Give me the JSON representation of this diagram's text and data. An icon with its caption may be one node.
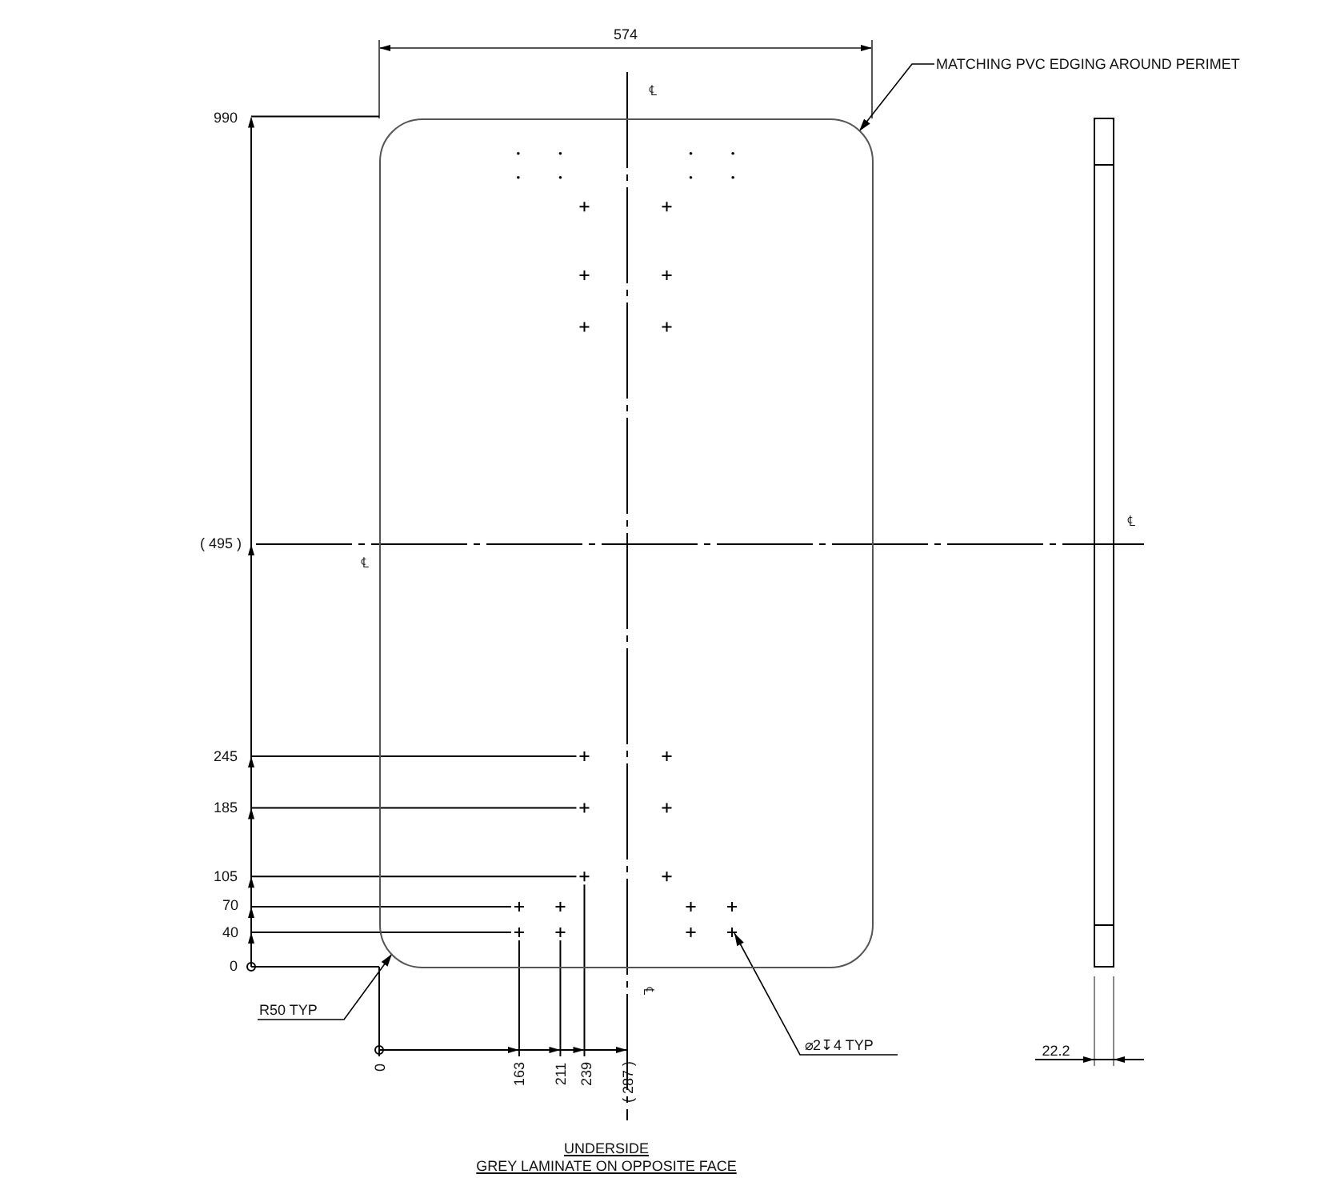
{
  "diagram": {
    "nodes": [
      {
        "text": [
          "MATCHING PVC EDGING AROUND PERIMET"
        ]
      },
      {
        "text": [],
        "shape": "box"
      },
      {
        "text": [
          "R50 TYP"
        ]
      },
      {
        "text": [
          "⌀2↧4 TYP"
        ]
      }
    ],
    "edges": [
      {
        "from": 0,
        "to": 1,
        "arrow": "to"
      },
      {
        "from": 2,
        "to": 1,
        "arrow": "to"
      },
      {
        "from": 3,
        "to": 1,
        "arrow": "to"
      }
    ],
    "labels": [
      "574",
      "℄",
      "990",
      "( 495 )",
      "℄",
      "℄",
      "245",
      "185",
      "105",
      "70",
      "40",
      "0",
      "℄",
      "0",
      "163",
      "211",
      "239",
      "( 287 )",
      "22.2",
      "UNDERSIDE",
      "GREY LAMINATE ON OPPOSITE FACE"
    ]
  }
}
